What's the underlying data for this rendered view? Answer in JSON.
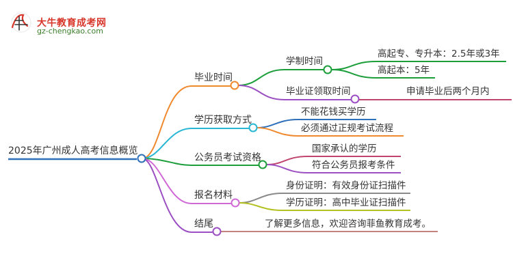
{
  "logo": {
    "name": "大牛教育成考网",
    "url": "gz-chengkao.com"
  },
  "root": {
    "label": "2025年广州成人高考信息概览"
  },
  "branches": [
    {
      "label": "毕业时间",
      "color": "#f0892d",
      "children": [
        {
          "label": "学制时间",
          "color": "#1b9e3a",
          "children": [
            {
              "label": "高起专、专升本：2.5年或3年",
              "color": "#1b9e3a"
            },
            {
              "label": "高起本：5年",
              "color": "#1b9e3a"
            }
          ]
        },
        {
          "label": "毕业证领取时间",
          "color": "#9b4fc2",
          "children": [
            {
              "label": "申请毕业后两个月内",
              "color": "#c0446b"
            }
          ]
        }
      ]
    },
    {
      "label": "学历获取方式",
      "color": "#27b6d3",
      "children": [
        {
          "label": "不能花钱买学历",
          "color": "#2e6fba"
        },
        {
          "label": "必须通过正规考试流程",
          "color": "#f0892d"
        }
      ]
    },
    {
      "label": "公务员考试资格",
      "color": "#1b9e3a",
      "children": [
        {
          "label": "国家承认的学历",
          "color": "#c0446b"
        },
        {
          "label": "符合公务员报考条件",
          "color": "#9b4fc2"
        }
      ]
    },
    {
      "label": "报名材料",
      "color": "#d069d6",
      "children": [
        {
          "label": "身份证明：有效身份证扫描件",
          "color": "#8a8a8a"
        },
        {
          "label": "学历证明：高中毕业证扫描件",
          "color": "#b3c020"
        }
      ]
    },
    {
      "label": "结尾",
      "color": "#9b4fc2",
      "children": [
        {
          "label": "了解更多信息，欢迎咨询菲鱼教育成考。",
          "color": "#b05a55"
        }
      ]
    }
  ]
}
